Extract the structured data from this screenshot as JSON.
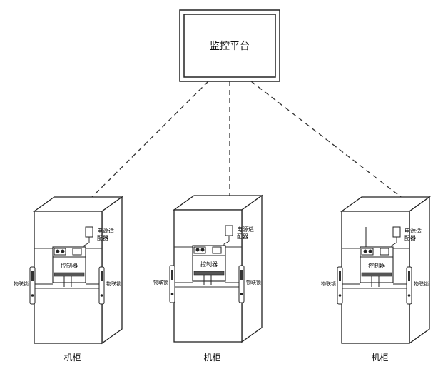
{
  "platform": {
    "label": "监控平台"
  },
  "cabinets": [
    {
      "label": "机柜",
      "controller": "控制器",
      "adapter": "电源适\n配器",
      "lock_left": "物联锁",
      "lock_right": "物联锁"
    },
    {
      "label": "机柜",
      "controller": "控制器",
      "adapter": "电源适\n配器",
      "lock_left": "物联锁",
      "lock_right": "物联锁"
    },
    {
      "label": "机柜",
      "controller": "控制器",
      "adapter": "电源适\n配器",
      "lock_left": "物联锁",
      "lock_right": "物联锁"
    }
  ]
}
